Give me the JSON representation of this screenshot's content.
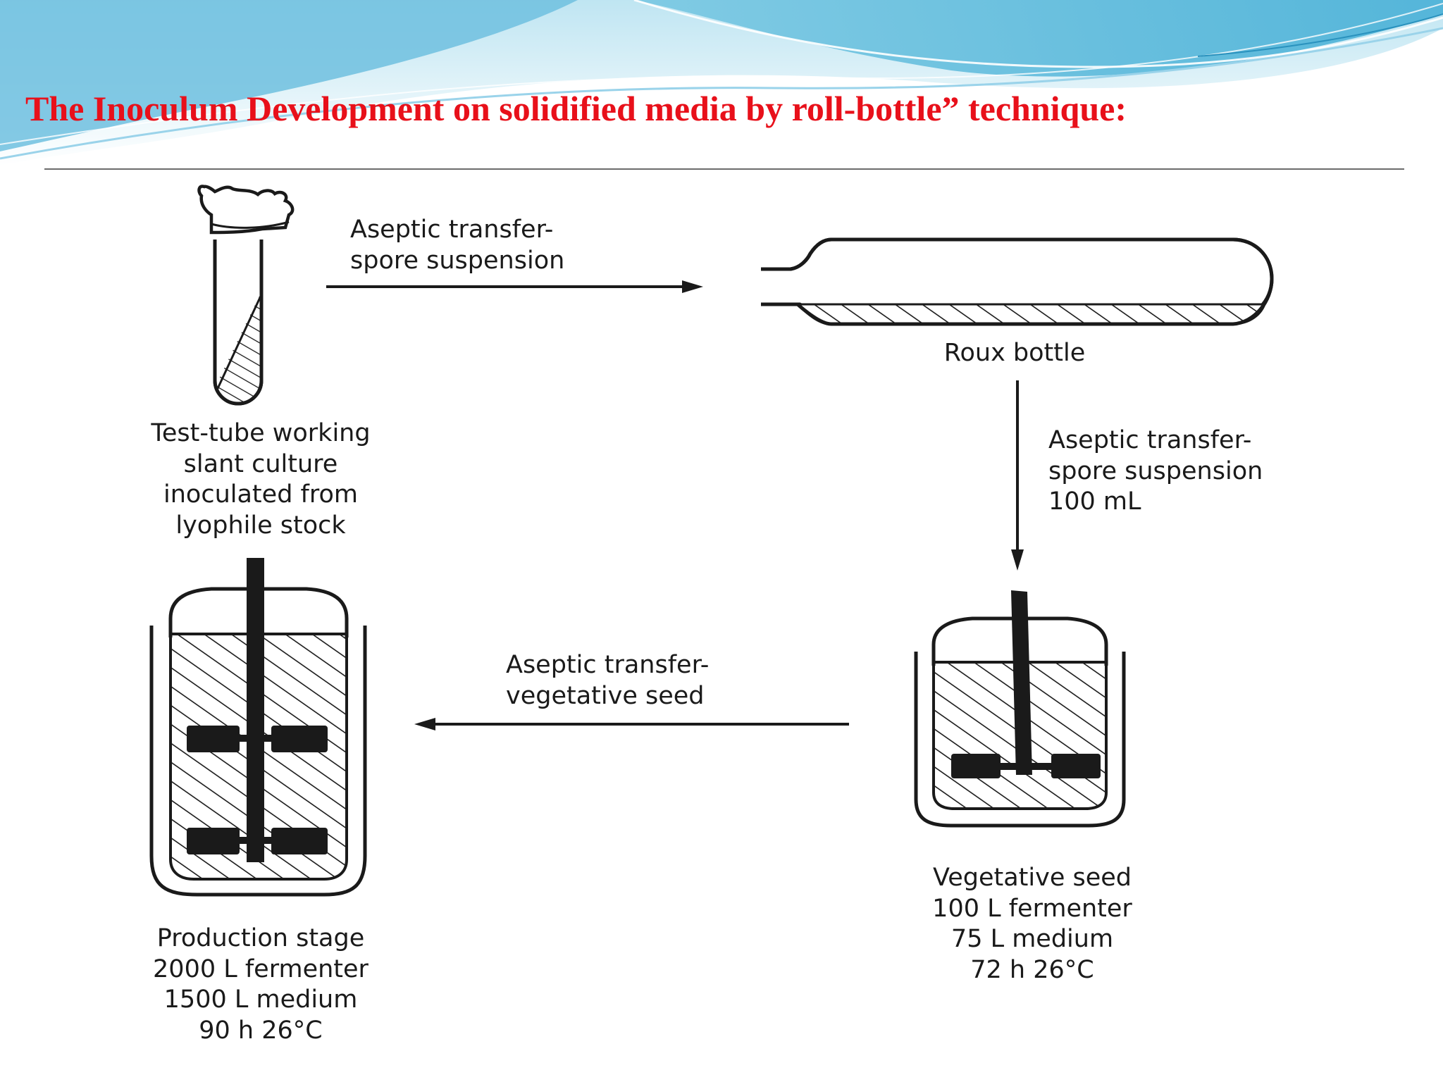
{
  "title": "The Inoculum Development  on solidified media by roll-bottle” technique:",
  "colors": {
    "title": "#e8101a",
    "header_wave": "#5fb8d9",
    "hatch": "#1a1a1a"
  },
  "diagram": {
    "test_tube": {
      "caption": [
        "Test-tube working",
        "slant culture",
        "inoculated from",
        "lyophile stock"
      ]
    },
    "transfer_1": {
      "label": [
        "Aseptic transfer-",
        "spore suspension"
      ]
    },
    "roux_bottle": {
      "caption": [
        "Roux bottle"
      ]
    },
    "transfer_2": {
      "label": [
        "Aseptic transfer-",
        "spore suspension",
        "100 mL"
      ]
    },
    "seed_fermenter": {
      "caption": [
        "Vegetative seed",
        "100 L fermenter",
        "75 L medium",
        "72 h 26°C"
      ]
    },
    "transfer_3": {
      "label": [
        "Aseptic transfer-",
        "vegetative seed"
      ]
    },
    "production_fermenter": {
      "caption": [
        "Production stage",
        "2000 L fermenter",
        "1500 L medium",
        "90 h 26°C"
      ]
    }
  }
}
